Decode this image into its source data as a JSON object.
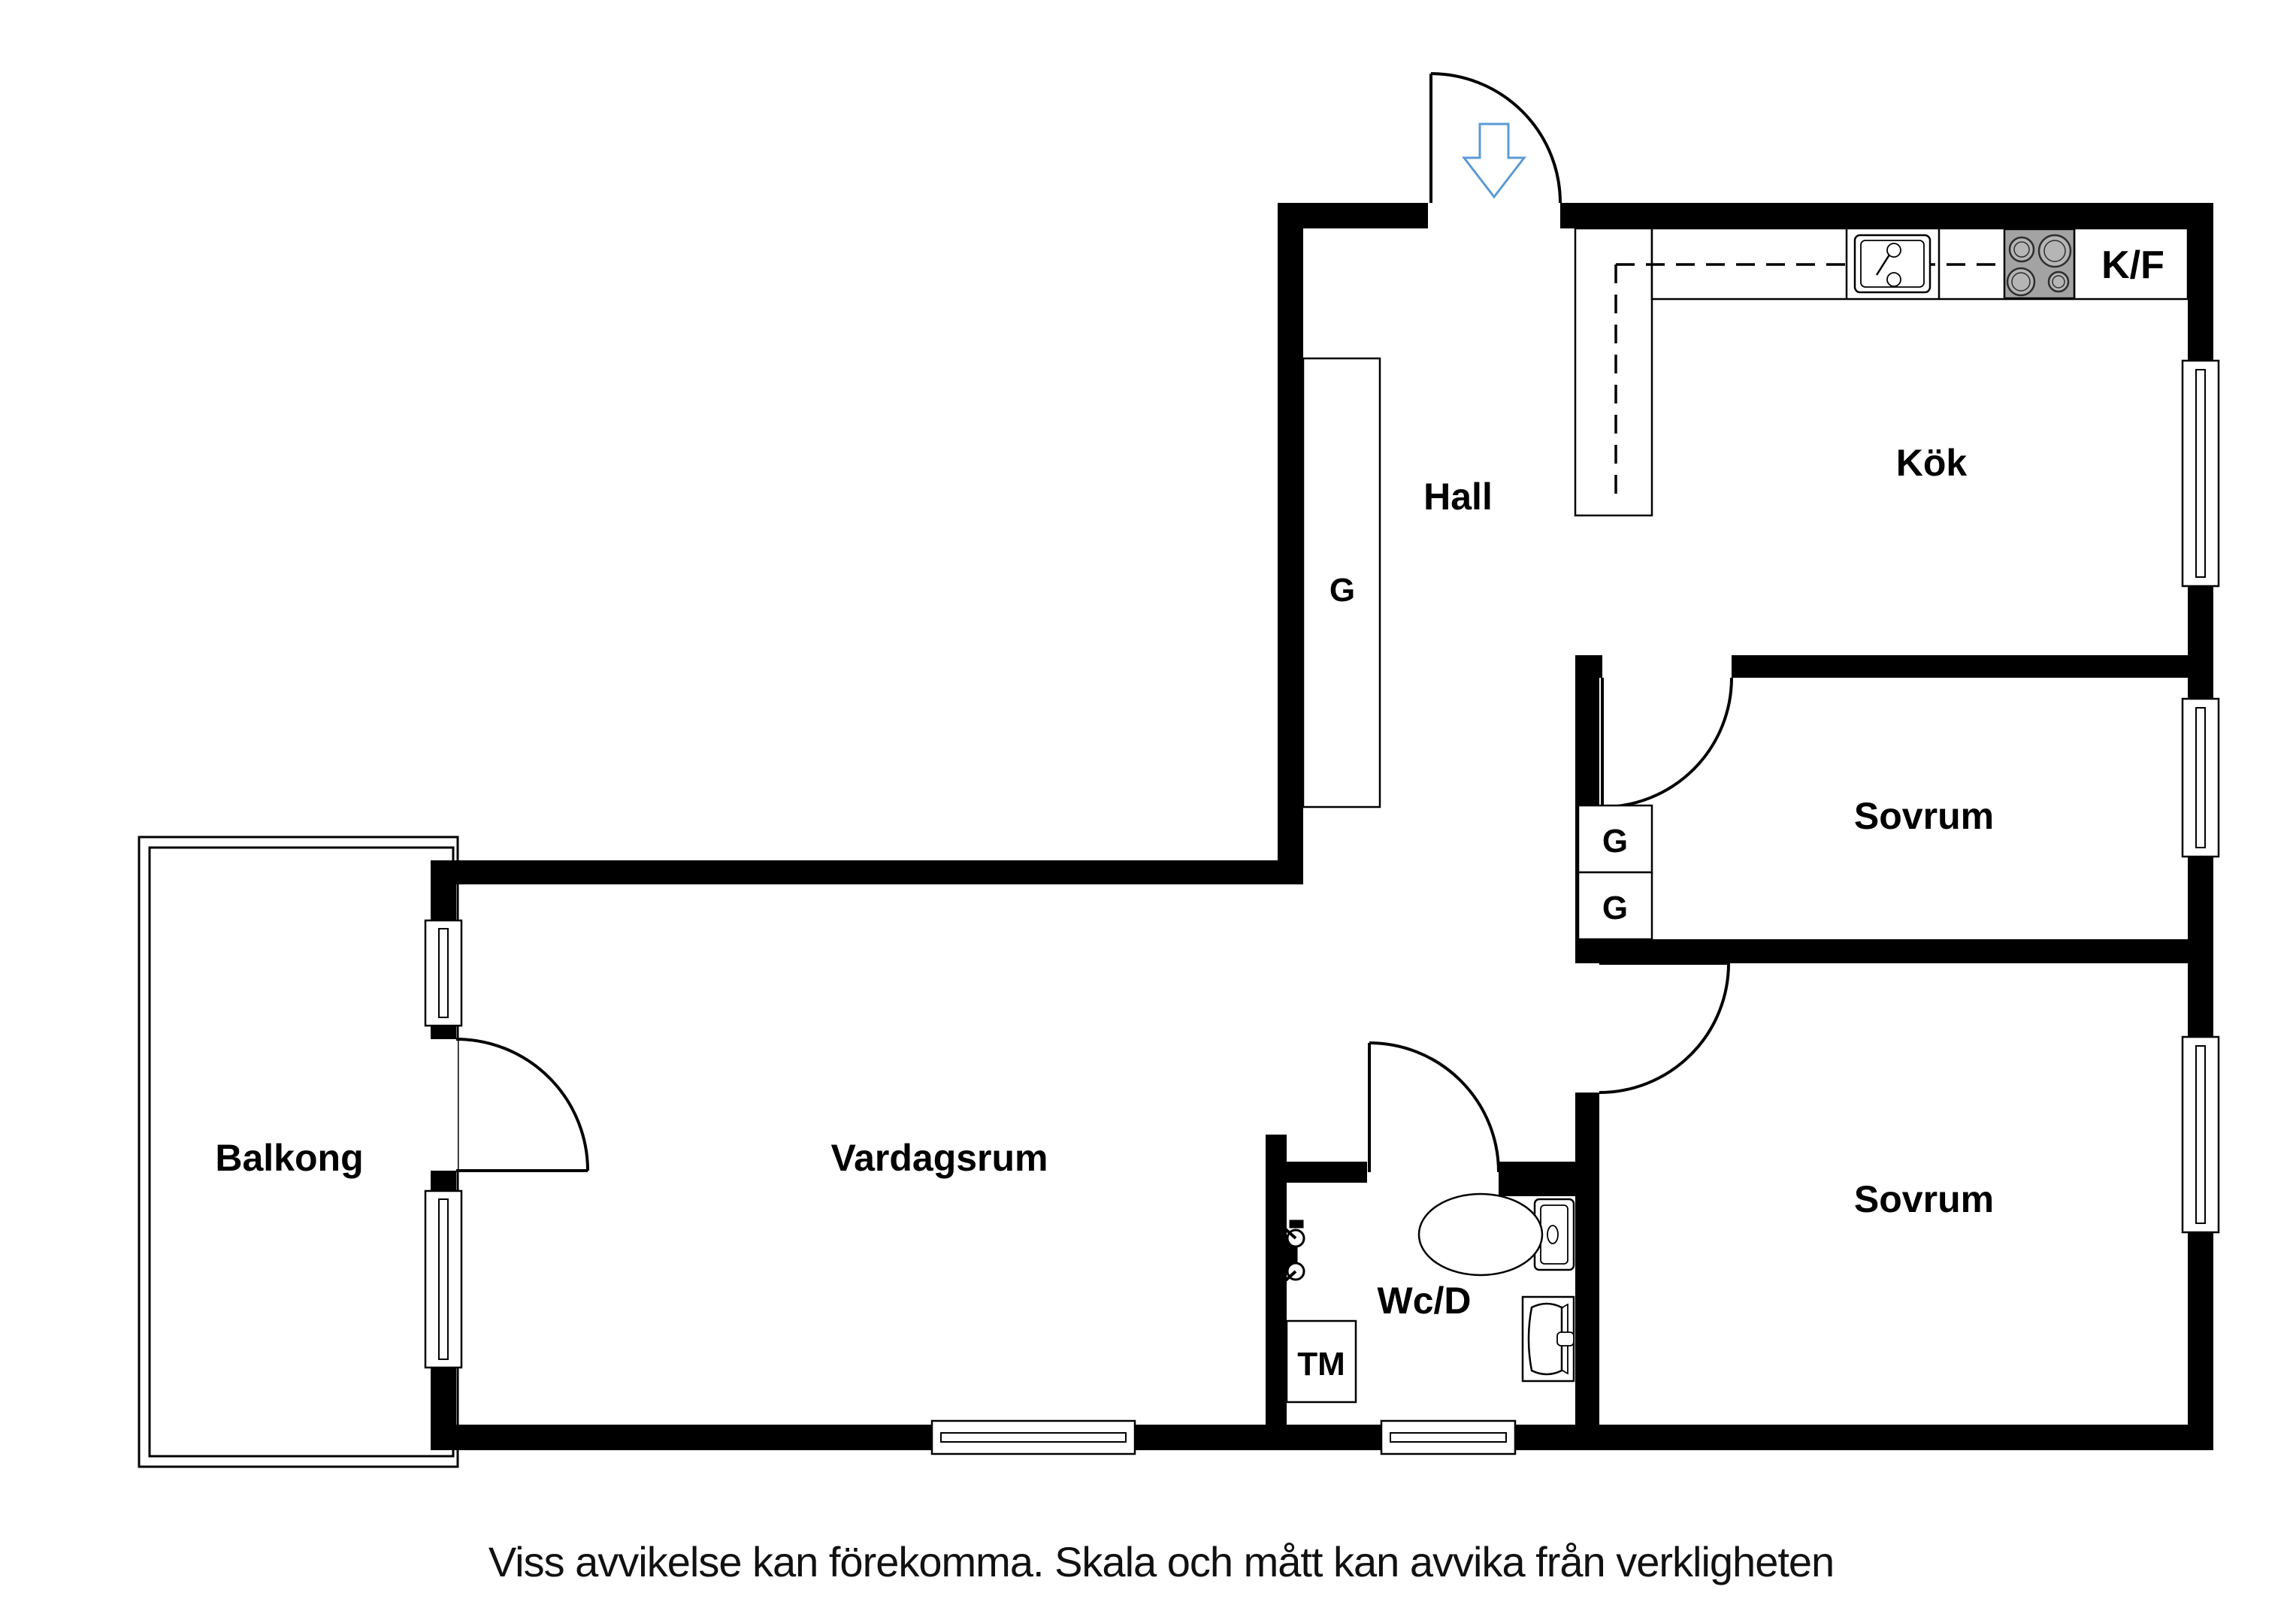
{
  "plan": {
    "rooms": {
      "hall": "Hall",
      "kitchen": "Kök",
      "bedroom1": "Sovrum",
      "bedroom2": "Sovrum",
      "living_room": "Vardagsrum",
      "balcony": "Balkong",
      "bathroom": "Wc/D"
    },
    "fixtures": {
      "fridge_freezer": "K/F",
      "washing_machine": "TM",
      "wardrobe": "G"
    },
    "icons": [
      "entry-arrow-icon",
      "stove-icon",
      "kitchen-sink-icon",
      "toilet-icon",
      "bathroom-sink-icon",
      "shower-mixer-icon",
      "window-icon",
      "door-swing-icon"
    ],
    "colors": {
      "wall": "#000000",
      "stove_gray": "#a3a3a3",
      "entry_arrow_blue": "#5b9bd5",
      "background": "#ffffff",
      "text": "#000000"
    },
    "disclaimer": "Viss avvikelse kan förekomma. Skala och mått kan avvika från verkligheten"
  }
}
